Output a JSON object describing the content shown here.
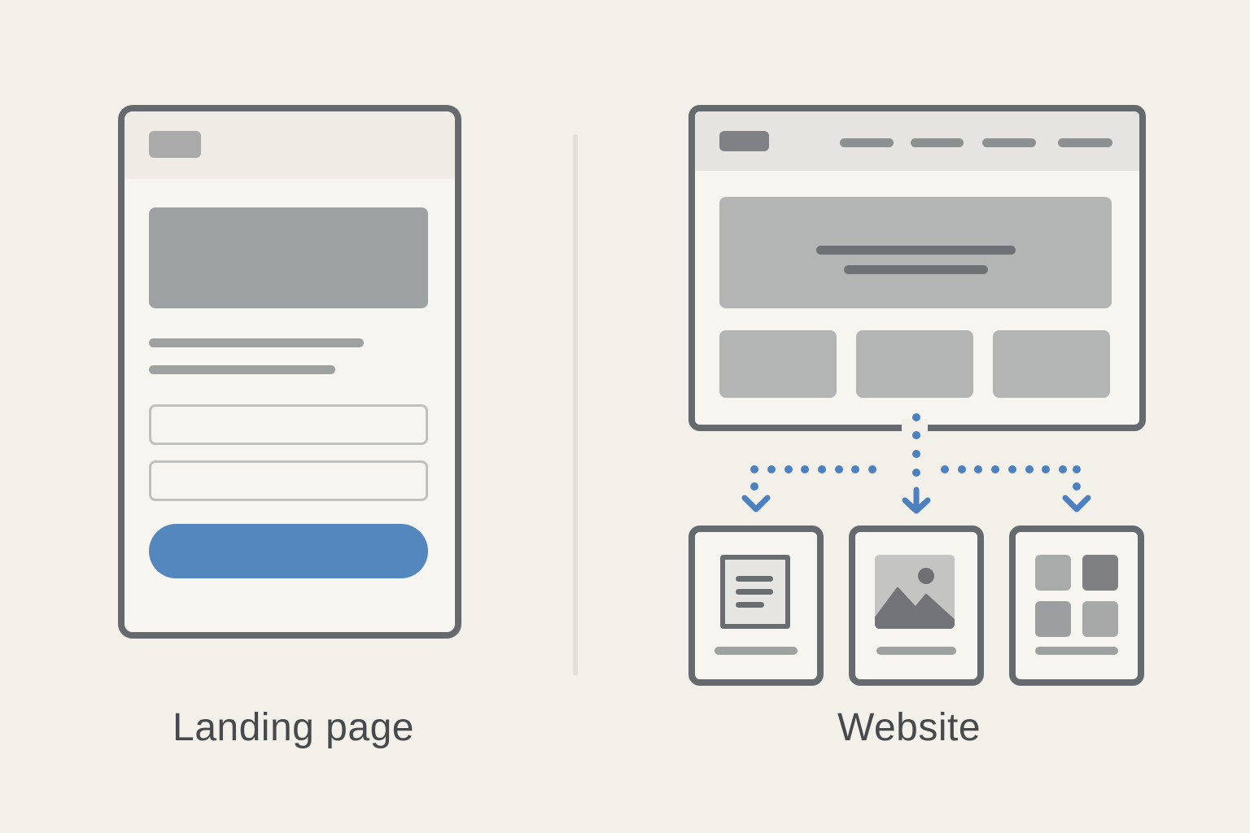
{
  "labels": {
    "landing_page": "Landing page",
    "website": "Website"
  },
  "landing_page_mockup": {
    "elements": [
      "logo",
      "hero-image",
      "text-line",
      "text-line",
      "input-field",
      "input-field",
      "cta-button"
    ],
    "cta_color": "#5387bd"
  },
  "website_mockup": {
    "nav_items": 4,
    "elements": [
      "logo",
      "nav-links",
      "hero-banner",
      "content-card",
      "content-card",
      "content-card"
    ],
    "sub_pages": [
      {
        "icon": "document-icon"
      },
      {
        "icon": "image-icon"
      },
      {
        "icon": "grid-icon"
      }
    ]
  },
  "colors": {
    "background": "#f3f0ea",
    "frame": "#666a6f",
    "connector": "#4d80be",
    "accent": "#5387bd",
    "text": "#464a4d"
  }
}
